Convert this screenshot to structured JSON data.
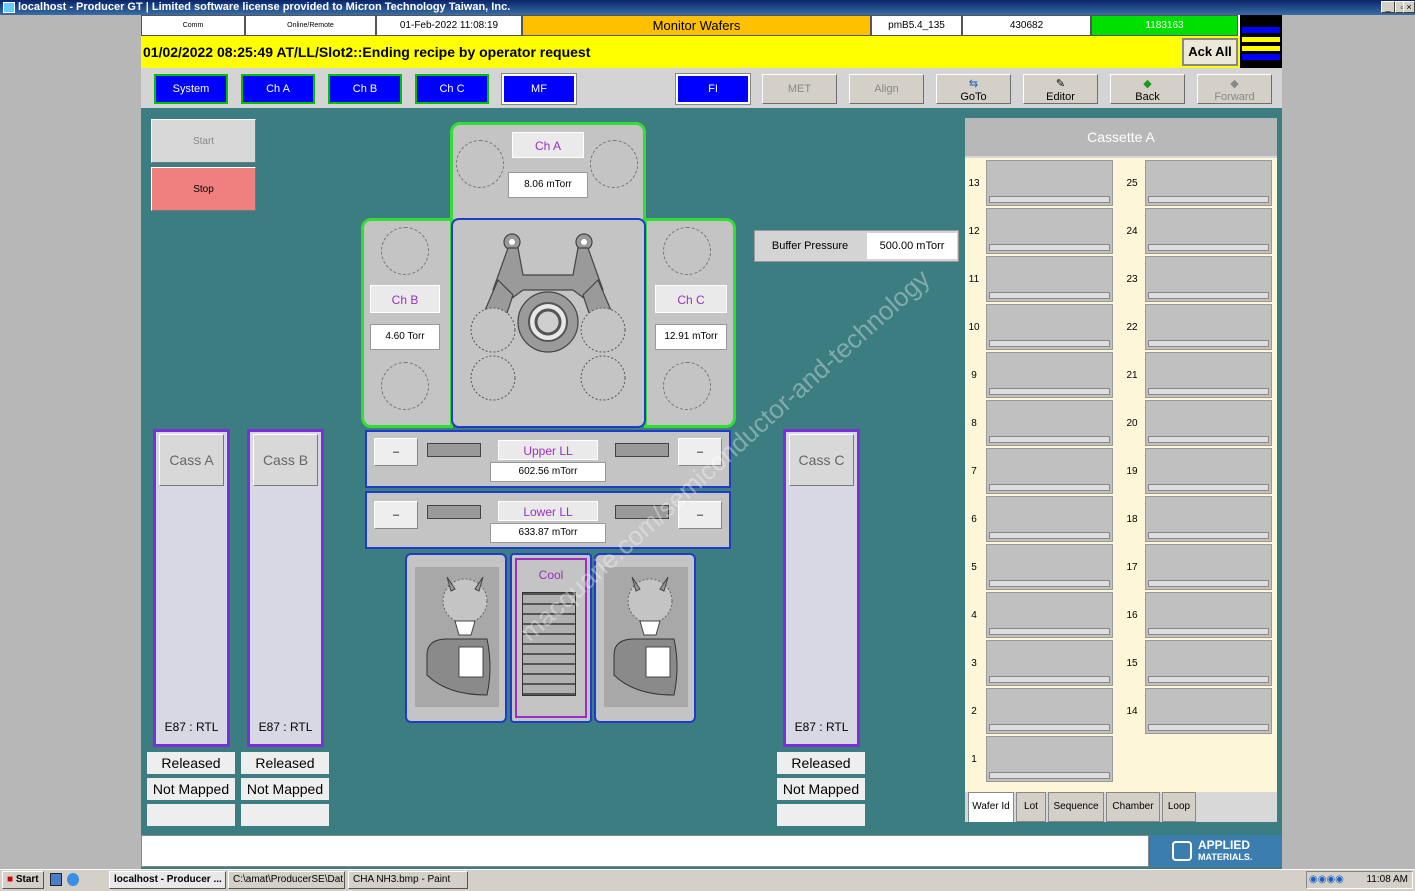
{
  "window": {
    "title": "localhost - Producer GT | Limited software license provided to Micron Technology Taiwan, Inc."
  },
  "status": {
    "comm": "Comm",
    "online": "Online/Remote",
    "datetime": "01-Feb-2022 11:08:19",
    "screen": "Monitor Wafers",
    "version": "pmB5.4_135",
    "field1": "430682",
    "field2": "1183163"
  },
  "alarm": {
    "message": "01/02/2022 08:25:49 AT/LL/Slot2::Ending recipe by operator request",
    "ack_label": "Ack All"
  },
  "nav": {
    "system": "System",
    "cha": "Ch A",
    "chb": "Ch B",
    "chc": "Ch C",
    "mf": "MF",
    "fi": "FI",
    "met": "MET",
    "align": "Align",
    "goto": "GoTo",
    "editor": "Editor",
    "back": "Back",
    "forward": "Forward"
  },
  "controls": {
    "start": "Start",
    "stop": "Stop"
  },
  "chambers": {
    "cha": {
      "label": "Ch A",
      "pressure": "8.06 mTorr"
    },
    "chb": {
      "label": "Ch B",
      "pressure": "4.60 Torr"
    },
    "chc": {
      "label": "Ch C",
      "pressure": "12.91 mTorr"
    }
  },
  "buffer": {
    "label": "Buffer Pressure",
    "value": "500.00 mTorr"
  },
  "loadlocks": {
    "upper": {
      "label": "Upper LL",
      "pressure": "602.56 mTorr",
      "left_btn": "–",
      "right_btn": "–"
    },
    "lower": {
      "label": "Lower LL",
      "pressure": "633.87 mTorr",
      "left_btn": "–",
      "right_btn": "–"
    }
  },
  "cool": {
    "label": "Cool"
  },
  "cassettes": {
    "a": {
      "label": "Cass A",
      "e87": "E87 : RTL",
      "state": "Released",
      "mapped": "Not Mapped"
    },
    "b": {
      "label": "Cass B",
      "e87": "E87 : RTL",
      "state": "Released",
      "mapped": "Not Mapped"
    },
    "c": {
      "label": "Cass C",
      "e87": "E87 : RTL",
      "state": "Released",
      "mapped": "Not Mapped"
    }
  },
  "cassette_panel": {
    "title": "Cassette A",
    "left_slots": [
      "13",
      "12",
      "11",
      "10",
      "9",
      "8",
      "7",
      "6",
      "5",
      "4",
      "3",
      "2",
      "1"
    ],
    "right_slots": [
      "25",
      "24",
      "23",
      "22",
      "21",
      "20",
      "19",
      "18",
      "17",
      "16",
      "15",
      "14"
    ],
    "tabs": [
      "Wafer Id",
      "Lot",
      "Sequence",
      "Chamber",
      "Loop"
    ]
  },
  "brand": {
    "line1": "APPLIED",
    "line2": "MATERIALS."
  },
  "watermark": "macquarie.com/semiconductor-and-technology",
  "taskbar": {
    "start": "Start",
    "item1": "localhost - Producer ...",
    "item2": "C:\\amat\\ProducerSE\\Dat...",
    "item3": "CHA NH3.bmp - Paint",
    "clock": "11:08 AM"
  },
  "colors": {
    "accent_green": "#33dd33",
    "alarm_yellow": "#ffff00",
    "app_teal": "#3c7d81",
    "stop_red": "#f08080"
  }
}
